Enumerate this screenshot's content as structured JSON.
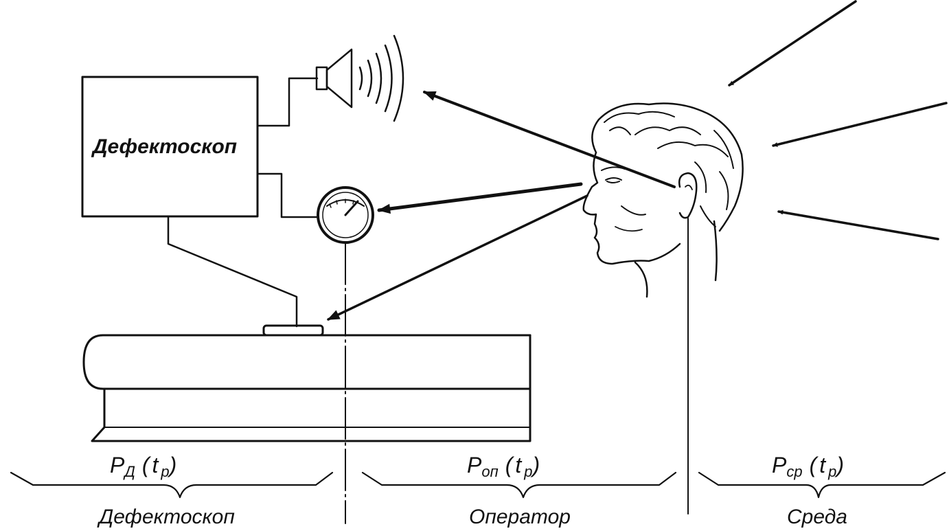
{
  "device": {
    "box_label": "Дефектоскоп"
  },
  "labels": {
    "defectoscope": {
      "p": "P",
      "sub": "Д",
      "arg_open": "(",
      "t": "t",
      "t_sub": "р",
      "arg_close": ")",
      "caption": "Дефектоскоп"
    },
    "operator": {
      "p": "P",
      "sub": "оп",
      "arg_open": "(",
      "t": "t",
      "t_sub": "р",
      "arg_close": ")",
      "caption": "Оператор"
    },
    "environment": {
      "p": "P",
      "sub": "ср",
      "arg_open": "(",
      "t": "t",
      "t_sub": "р",
      "arg_close": ")",
      "caption": "Среда"
    }
  },
  "icons": [
    "speaker-icon",
    "gauge-icon",
    "operator-head-icon",
    "rail-icon",
    "transducer-icon"
  ],
  "colors": {
    "ink": "#111111",
    "background": "#ffffff"
  }
}
